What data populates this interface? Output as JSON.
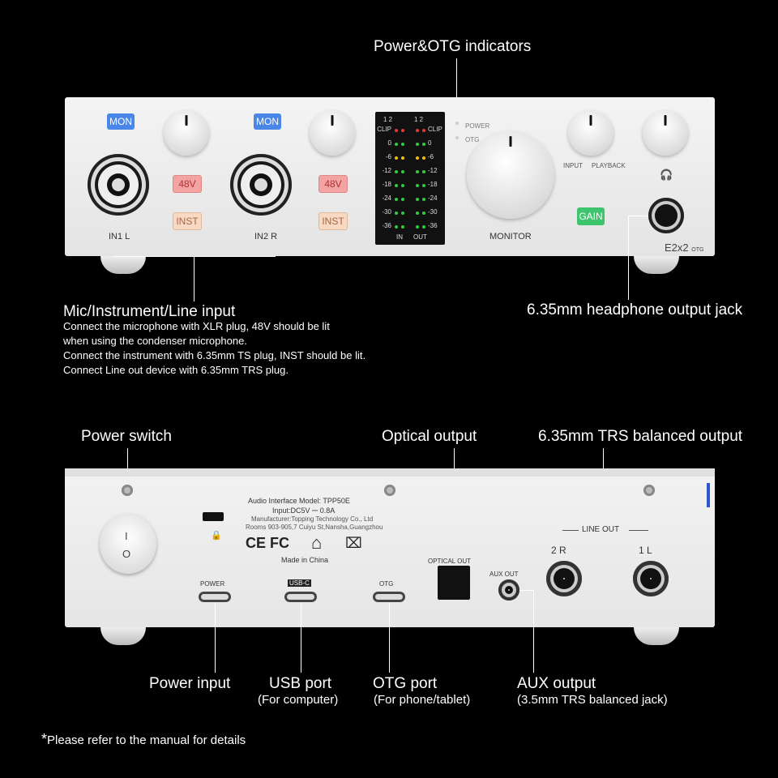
{
  "callouts": {
    "power_otg_indicators": "Power&OTG indicators",
    "mic_input_title": "Mic/Instrument/Line input",
    "mic_input_desc": [
      "Connect the microphone with XLR plug, 48V should be lit",
      "when using the condenser microphone.",
      "Connect the instrument with 6.35mm TS plug, INST should be lit.",
      "Connect Line out device with 6.35mm TRS plug."
    ],
    "headphone_jack": "6.35mm headphone output jack",
    "power_switch": "Power switch",
    "optical_output": "Optical output",
    "trs_balanced_output": "6.35mm TRS balanced output",
    "power_input": "Power input",
    "usb_port": "USB port",
    "usb_port_sub": "(For computer)",
    "otg_port": "OTG port",
    "otg_port_sub": "(For phone/tablet)",
    "aux_output": "AUX output",
    "aux_output_sub": "(3.5mm TRS balanced jack)",
    "footnote_star": "*",
    "footnote": "Please refer to the manual for details"
  },
  "front_panel": {
    "mon_label": "MON",
    "v48_label": "48V",
    "inst_label": "INST",
    "gain_label": "GAIN",
    "in1_label": "IN1 L",
    "in2_label": "IN2 R",
    "power_led_label": "POWER",
    "otg_led_label": "OTG",
    "monitor_label": "MONITOR",
    "input_label": "INPUT",
    "playback_label": "PLAYBACK",
    "model": "E2x2",
    "model_suffix": "OTG",
    "meter": {
      "channels": "1  2",
      "rows": [
        "CLIP",
        "0",
        "-6",
        "-12",
        "-18",
        "-24",
        "-30",
        "-36"
      ],
      "in_label": "IN",
      "out_label": "OUT"
    }
  },
  "back_panel": {
    "device_line1": "Audio Interface   Model: TPP50E",
    "device_line2": "Input:DC5V ⎓ 0.8A",
    "device_line3": "Manufacturer:Topping Technology Co., Ltd",
    "device_line4": "Rooms 903-905,7 Cuiyu St,Nansha,Guangzhou",
    "made_in": "Made in China",
    "ce_mark": "CE FC",
    "power_port_label": "POWER",
    "usbc_label": "USB-C",
    "otg_port_label": "OTG",
    "optical_out_label": "OPTICAL OUT",
    "aux_out_label": "AUX OUT",
    "line_out_label": "LINE OUT",
    "out_2r": "2 R",
    "out_1l": "1 L",
    "switch_on": "I",
    "switch_off": "O"
  },
  "colors": {
    "mon": "#4a86e8",
    "v48": "#f4a3a3",
    "inst": "#f8d9c4",
    "gain": "#3ec46d",
    "led_red": "#e53935",
    "led_yellow": "#f2c200",
    "led_green": "#2ecc40"
  }
}
